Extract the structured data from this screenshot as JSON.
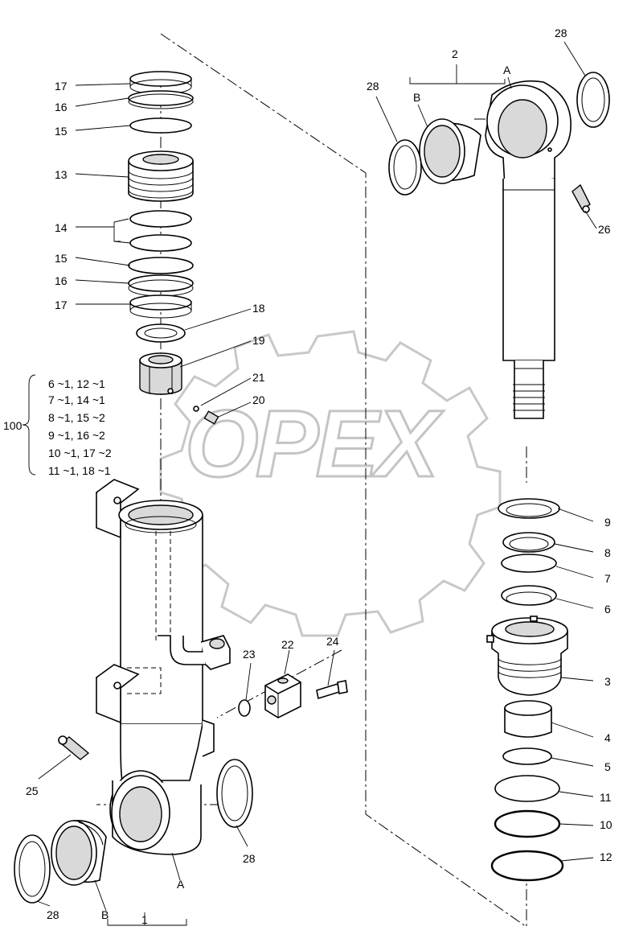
{
  "watermark": {
    "text": "OPEX"
  },
  "callouts": [
    {
      "id": "c17a",
      "text": "17"
    },
    {
      "id": "c16a",
      "text": "16"
    },
    {
      "id": "c15a",
      "text": "15"
    },
    {
      "id": "c13",
      "text": "13"
    },
    {
      "id": "c14",
      "text": "14"
    },
    {
      "id": "c15b",
      "text": "15"
    },
    {
      "id": "c16b",
      "text": "16"
    },
    {
      "id": "c17b",
      "text": "17"
    },
    {
      "id": "c18",
      "text": "18"
    },
    {
      "id": "c19",
      "text": "19"
    },
    {
      "id": "c21",
      "text": "21"
    },
    {
      "id": "c20",
      "text": "20"
    },
    {
      "id": "c100",
      "text": "100"
    },
    {
      "id": "c2",
      "text": "2"
    },
    {
      "id": "cA_top",
      "text": "A"
    },
    {
      "id": "cB_top",
      "text": "B"
    },
    {
      "id": "c28_tl",
      "text": "28"
    },
    {
      "id": "c28_tr",
      "text": "28"
    },
    {
      "id": "c26",
      "text": "26"
    },
    {
      "id": "c9",
      "text": "9"
    },
    {
      "id": "c8",
      "text": "8"
    },
    {
      "id": "c7",
      "text": "7"
    },
    {
      "id": "c6",
      "text": "6"
    },
    {
      "id": "c3",
      "text": "3"
    },
    {
      "id": "c4",
      "text": "4"
    },
    {
      "id": "c5",
      "text": "5"
    },
    {
      "id": "c11",
      "text": "11"
    },
    {
      "id": "c10",
      "text": "10"
    },
    {
      "id": "c12",
      "text": "12"
    },
    {
      "id": "c24",
      "text": "24"
    },
    {
      "id": "c22",
      "text": "22"
    },
    {
      "id": "c23",
      "text": "23"
    },
    {
      "id": "c25",
      "text": "25"
    },
    {
      "id": "c28_mid",
      "text": "28"
    },
    {
      "id": "c28_bl",
      "text": "28"
    },
    {
      "id": "cB_bot",
      "text": "B"
    },
    {
      "id": "cA_bot",
      "text": "A"
    },
    {
      "id": "c1",
      "text": "1"
    }
  ],
  "kit_100": [
    {
      "line": "6 ~1, 12 ~1"
    },
    {
      "line": "7 ~1, 14 ~1"
    },
    {
      "line": "8 ~1, 15 ~2"
    },
    {
      "line": "9 ~1, 16 ~2"
    },
    {
      "line": "10 ~1, 17 ~2"
    },
    {
      "line": "11 ~1, 18 ~1"
    }
  ]
}
